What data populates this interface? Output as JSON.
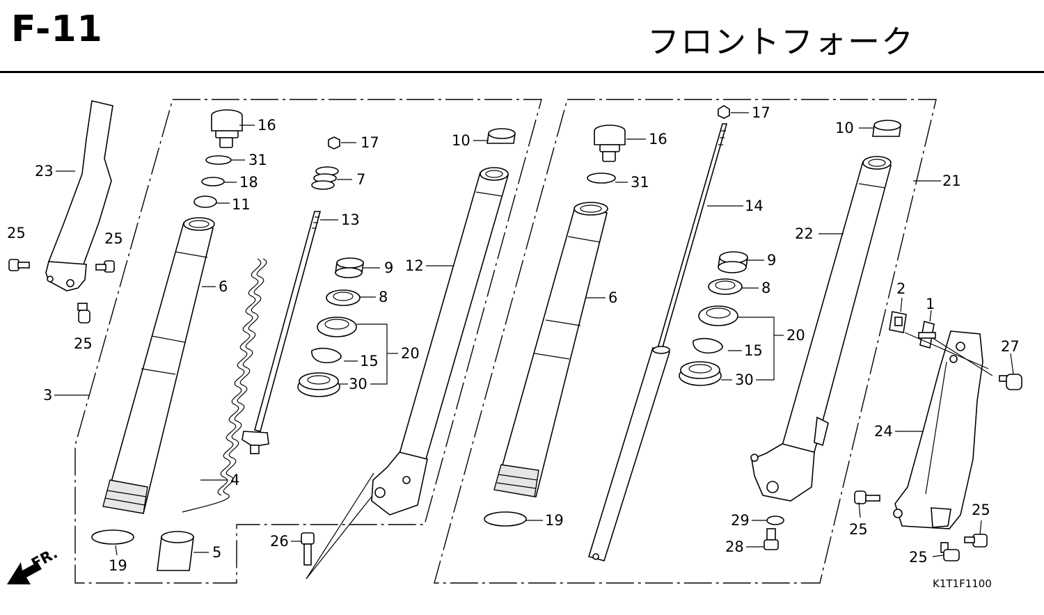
{
  "header": {
    "code": "F-11",
    "title": "フロントフォーク"
  },
  "direction": "FR.",
  "diagram_code": "K1T1F1100",
  "callouts": {
    "c1": "1",
    "c2": "2",
    "c3": "3",
    "c4": "4",
    "c5": "5",
    "c6a": "6",
    "c6b": "6",
    "c7": "7",
    "c8a": "8",
    "c8b": "8",
    "c9a": "9",
    "c9b": "9",
    "c10a": "10",
    "c10b": "10",
    "c11": "11",
    "c12": "12",
    "c13": "13",
    "c14": "14",
    "c15a": "15",
    "c15b": "15",
    "c16a": "16",
    "c16b": "16",
    "c17a": "17",
    "c17b": "17",
    "c18": "18",
    "c19a": "19",
    "c19b": "19",
    "c20a": "20",
    "c20b": "20",
    "c21": "21",
    "c22": "22",
    "c23": "23",
    "c24": "24",
    "c25a": "25",
    "c25b": "25",
    "c25c": "25",
    "c25d": "25",
    "c25e": "25",
    "c25f": "25",
    "c26": "26",
    "c27": "27",
    "c28": "28",
    "c29": "29",
    "c30a": "30",
    "c30b": "30",
    "c31a": "31",
    "c31b": "31"
  }
}
